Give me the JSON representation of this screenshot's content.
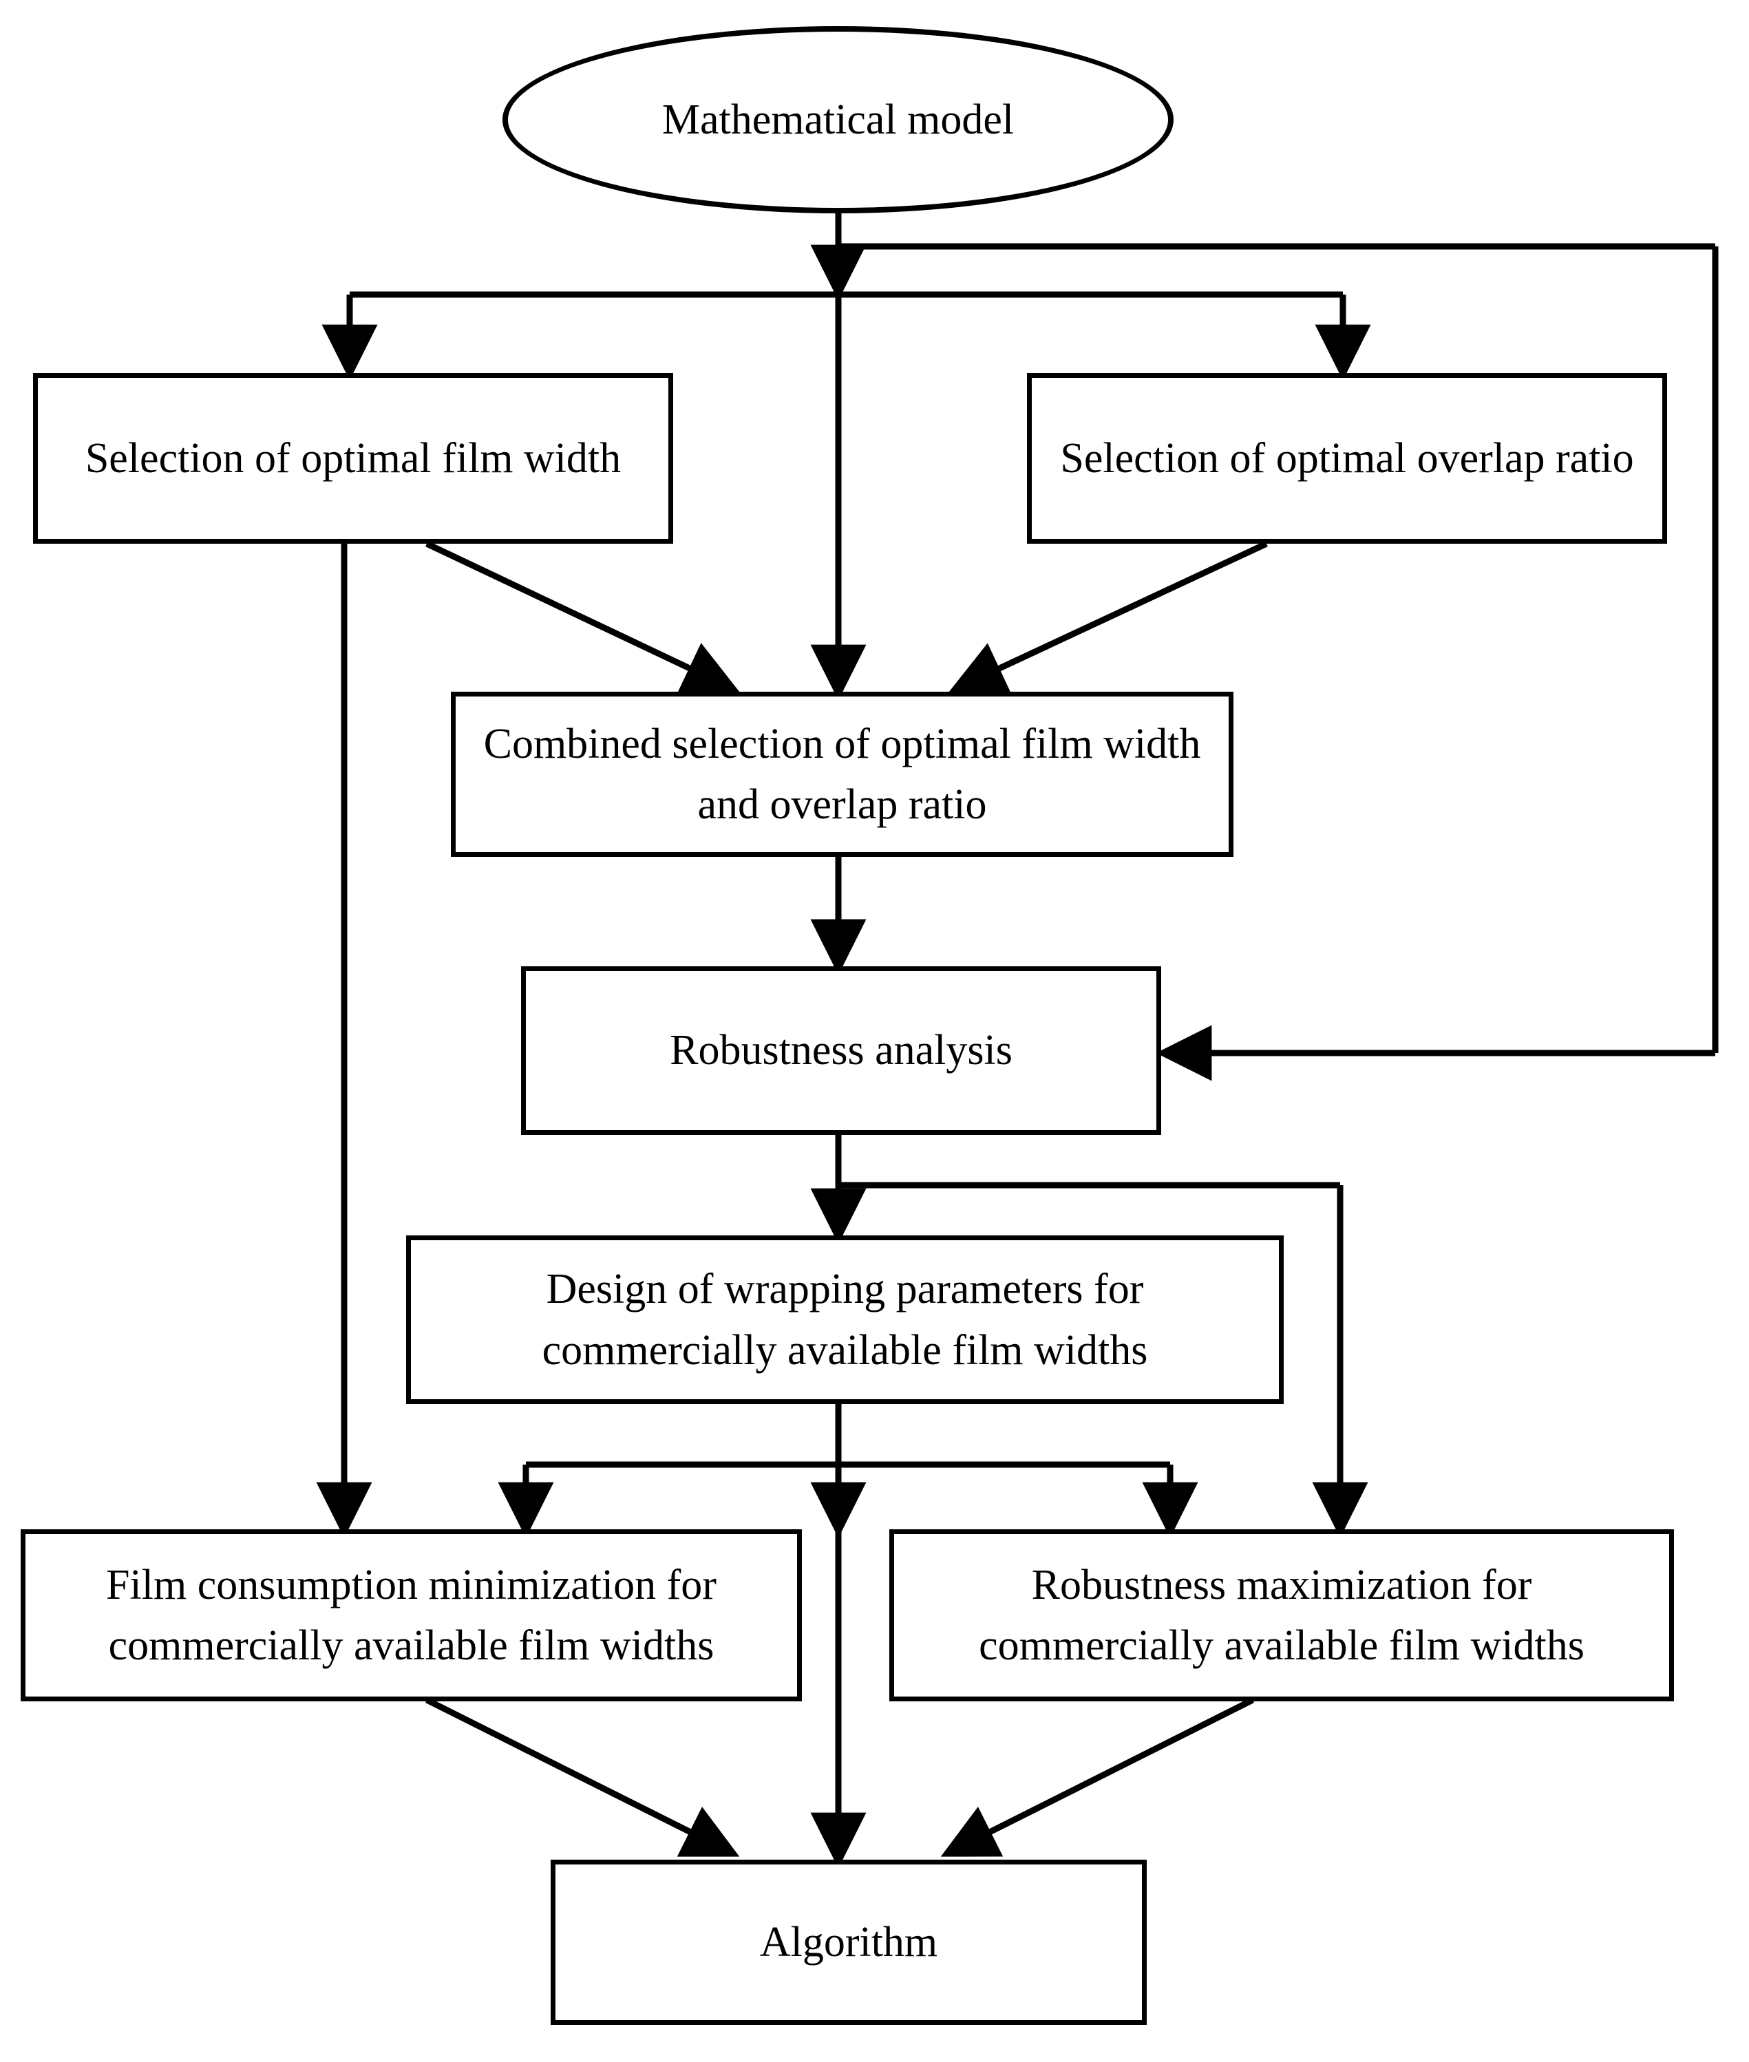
{
  "diagram": {
    "title": "Mathematical model optimization workflow",
    "type": "flowchart",
    "background_color": "#ffffff",
    "line_color": "#000000",
    "text_color": "#000000",
    "nodes": [
      {
        "id": "mathematical-model",
        "label": "Mathematical model",
        "shape": "ellipse"
      },
      {
        "id": "selection-film-width",
        "label": "Selection of optimal film width",
        "shape": "rectangle"
      },
      {
        "id": "selection-overlap-ratio",
        "label": "Selection of optimal overlap ratio",
        "shape": "rectangle"
      },
      {
        "id": "combined-selection",
        "label": "Combined selection of optimal film width and overlap ratio",
        "shape": "rectangle"
      },
      {
        "id": "robustness-analysis",
        "label": "Robustness analysis",
        "shape": "rectangle"
      },
      {
        "id": "design-wrapping-parameters",
        "label": "Design of wrapping parameters for commercially available film widths",
        "shape": "rectangle"
      },
      {
        "id": "film-consumption-minimization",
        "label": "Film consumption minimization for commercially available film widths",
        "shape": "rectangle"
      },
      {
        "id": "robustness-maximization",
        "label": "Robustness maximization for commercially available film widths",
        "shape": "rectangle"
      },
      {
        "id": "algorithm",
        "label": "Algorithm",
        "shape": "rectangle"
      }
    ],
    "edges": [
      {
        "from": "mathematical-model",
        "to": "selection-film-width"
      },
      {
        "from": "mathematical-model",
        "to": "selection-overlap-ratio"
      },
      {
        "from": "mathematical-model",
        "to": "combined-selection"
      },
      {
        "from": "selection-film-width",
        "to": "combined-selection"
      },
      {
        "from": "selection-overlap-ratio",
        "to": "combined-selection"
      },
      {
        "from": "combined-selection",
        "to": "robustness-analysis"
      },
      {
        "from": "robustness-analysis",
        "to": "design-wrapping-parameters"
      },
      {
        "from": "robustness-analysis",
        "to": "robustness-maximization"
      },
      {
        "from": "design-wrapping-parameters",
        "to": "film-consumption-minimization"
      },
      {
        "from": "design-wrapping-parameters",
        "to": "robustness-maximization"
      },
      {
        "from": "design-wrapping-parameters",
        "to": "algorithm"
      },
      {
        "from": "selection-film-width",
        "to": "film-consumption-minimization"
      },
      {
        "from": "film-consumption-minimization",
        "to": "algorithm"
      },
      {
        "from": "robustness-maximization",
        "to": "algorithm"
      },
      {
        "from": "mathematical-model",
        "to": "robustness-analysis",
        "note": "feedback loop routed along the right margin"
      }
    ]
  }
}
